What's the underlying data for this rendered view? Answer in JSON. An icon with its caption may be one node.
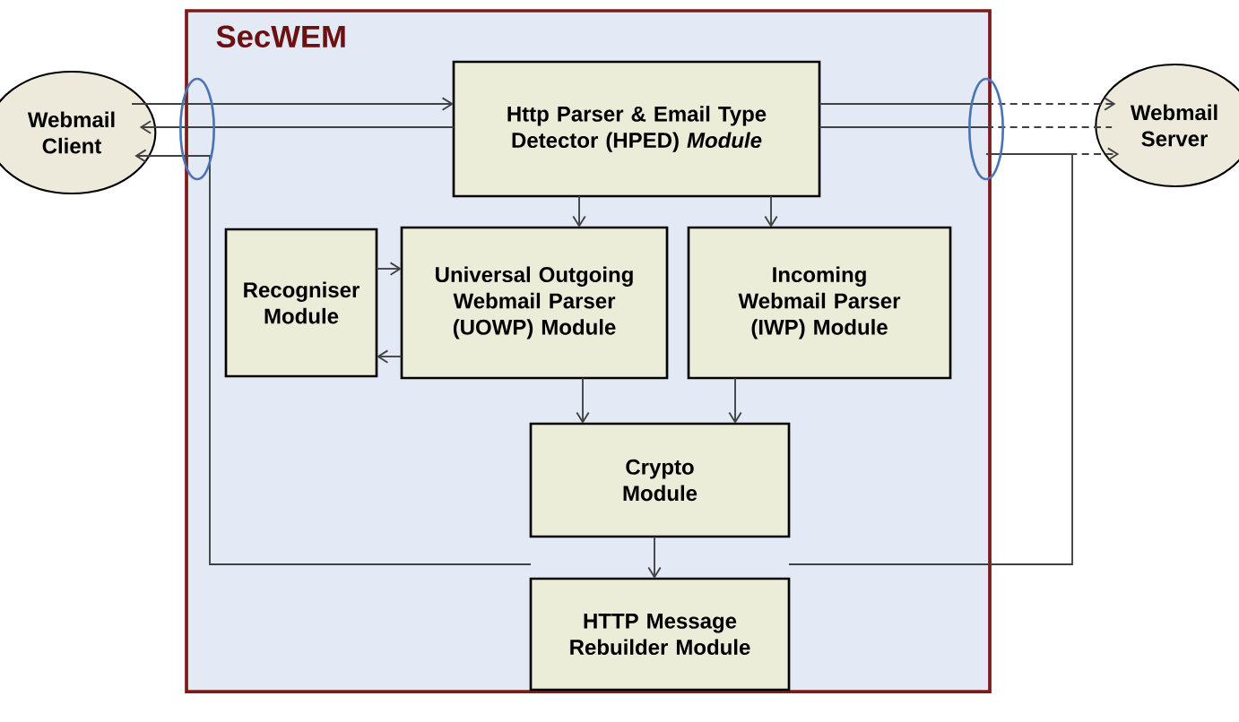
{
  "diagram": {
    "nodes": [
      {
        "text": [
          "SecWEM"
        ]
      },
      {
        "text": [
          "Webmail Client"
        ]
      },
      {
        "text": [
          "Webmail Server"
        ]
      },
      {
        "text": [
          "Http Parser & Email Type Detector (HPED) *Module*"
        ],
        "in": 0
      },
      {
        "text": [
          "Recogniser Module"
        ],
        "in": 0
      },
      {
        "text": [
          "Universal Outgoing Webmail Parser (UOWP) Module"
        ],
        "in": 0
      },
      {
        "text": [
          "Incoming Webmail Parser (IWP) Module"
        ],
        "in": 0
      },
      {
        "text": [
          "Crypto Module"
        ],
        "in": 0
      },
      {
        "text": [
          "HTTP Message Rebuilder Module"
        ],
        "in": 0
      }
    ],
    "edges": [
      {
        "from": 1,
        "to": 3,
        "arrow": "to"
      },
      {
        "from": 3,
        "to": 1,
        "arrow": "to"
      },
      {
        "from": 8,
        "to": 1,
        "arrow": "to"
      },
      {
        "from": 3,
        "to": 2,
        "arrow": "to",
        "style": "dashed"
      },
      {
        "from": 3,
        "to": 2,
        "arrow": "none",
        "style": "dashed"
      },
      {
        "from": 8,
        "to": 2,
        "arrow": "to",
        "style": "dashed"
      },
      {
        "from": 3,
        "to": 5,
        "arrow": "to"
      },
      {
        "from": 3,
        "to": 6,
        "arrow": "to"
      },
      {
        "from": 4,
        "to": 5,
        "arrow": "to"
      },
      {
        "from": 5,
        "to": 4,
        "arrow": "to"
      },
      {
        "from": 5,
        "to": 7,
        "arrow": "to"
      },
      {
        "from": 6,
        "to": 7,
        "arrow": "to"
      },
      {
        "from": 7,
        "to": 8,
        "arrow": "to"
      }
    ]
  }
}
